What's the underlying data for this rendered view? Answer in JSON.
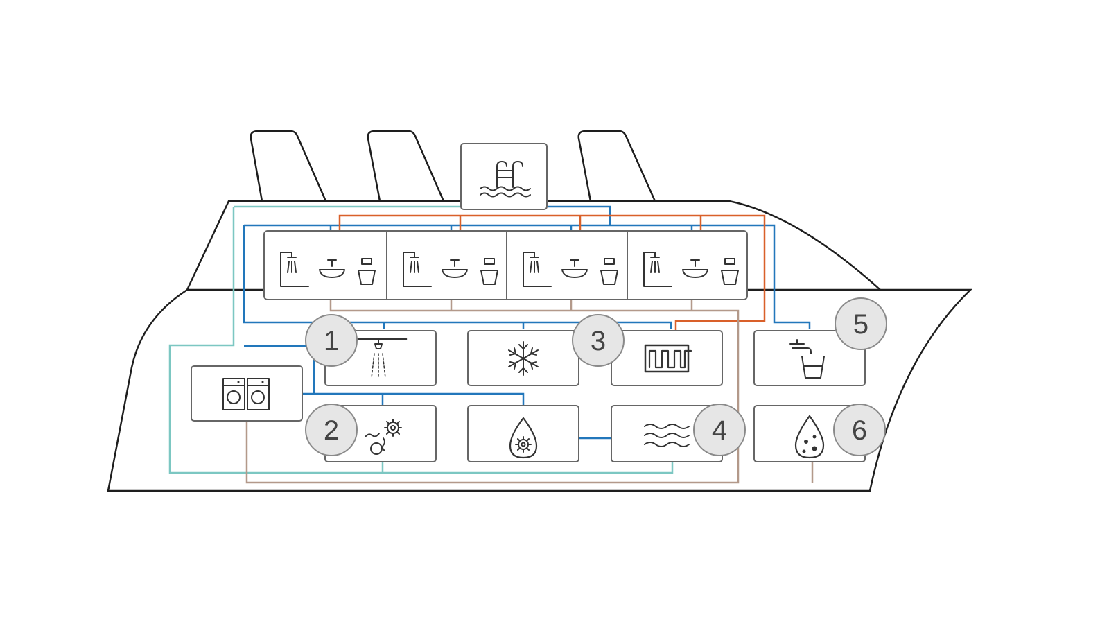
{
  "colors": {
    "hull_outline": "#1e1e1e",
    "box_fill": "#ffffff",
    "box_stroke": "#666666",
    "blue_line": "#2277bb",
    "orange_line": "#d9602a",
    "teal_line": "#7cc7c2",
    "tan_line": "#b3998a",
    "badge_fill": "#e6e6e6",
    "badge_stroke": "#8a8a8a",
    "icon_stroke": "#333333"
  },
  "badges": [
    {
      "id": "1",
      "label": "1",
      "icon": "shower-ceiling-icon"
    },
    {
      "id": "2",
      "label": "2",
      "icon": "gears-treatment-icon"
    },
    {
      "id": "3",
      "label": "3",
      "icon": "heater-coil-icon"
    },
    {
      "id": "4",
      "label": "4",
      "icon": "water-waves-icon"
    },
    {
      "id": "5",
      "label": "5",
      "icon": "tap-glass-icon"
    },
    {
      "id": "6",
      "label": "6",
      "icon": "dirty-water-drop-icon"
    }
  ],
  "icons": {
    "pool": "swimming-pool-icon",
    "cabin_fixtures": [
      "shower-icon",
      "washbasin-icon",
      "toilet-icon"
    ],
    "laundry": "washing-machines-icon",
    "cooling": "snowflake-icon",
    "water_drop_gear": "water-drop-gear-icon"
  }
}
